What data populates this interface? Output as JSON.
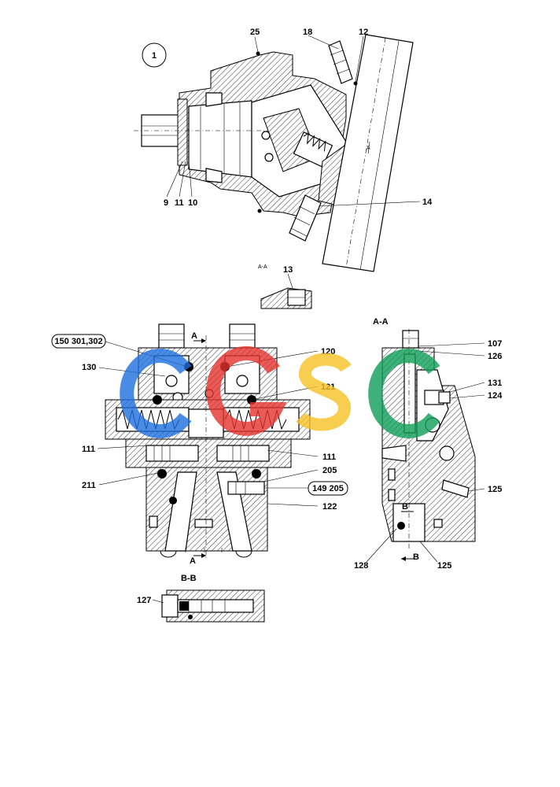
{
  "title_number": "1",
  "watermark": {
    "text": "CGSC",
    "colors": [
      "#1e6fe0",
      "#e5322d",
      "#f7c325",
      "#0f9d58"
    ]
  },
  "section_labels": {
    "top_aa": "A-A",
    "right_aa": "A-A",
    "bb": "B-B",
    "arrow_a_top": "A",
    "arrow_a_bottom": "A",
    "arrow_b_top": "B",
    "arrow_b_bottom": "B"
  },
  "callouts": {
    "c25": "25",
    "c18": "18",
    "c12": "12",
    "c9": "9",
    "c11": "11",
    "c10": "10",
    "c14": "14",
    "c13": "13",
    "c150": "150 301,302",
    "c130": "130",
    "c120": "120",
    "c121": "121",
    "c111a": "111",
    "c111b": "111",
    "c211": "211",
    "c205": "205",
    "c149": "149 205",
    "c122": "122",
    "c107": "107",
    "c126": "126",
    "c131": "131",
    "c124": "124",
    "c125a": "125",
    "c128": "128",
    "c125b": "125",
    "c127": "127"
  }
}
